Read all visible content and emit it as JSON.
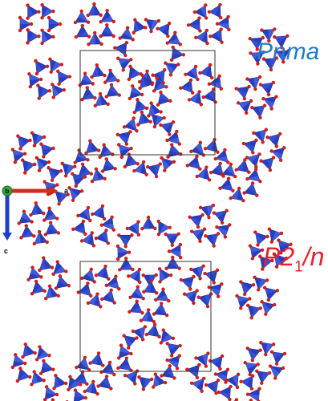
{
  "figure": {
    "top_panel": {
      "space_group": "Pnma",
      "label_color": "#1e7bd1"
    },
    "bottom_panel": {
      "space_group_main": "P2",
      "space_group_subscript": "1",
      "space_group_tail": "/n",
      "label_color": "#e8202a"
    },
    "axes": {
      "axis_a_label": "a",
      "axis_b_label": "b",
      "axis_c_label": "c",
      "axis_a_color": "#d22b1f",
      "axis_b_color": "#2fa53a",
      "axis_c_color": "#1f3fcf"
    },
    "colors": {
      "tetrahedron": "#2a3fbf",
      "tetrahedron_light": "#a9b6e6",
      "oxygen": "#d41d13",
      "unit_cell": "#333333"
    }
  }
}
